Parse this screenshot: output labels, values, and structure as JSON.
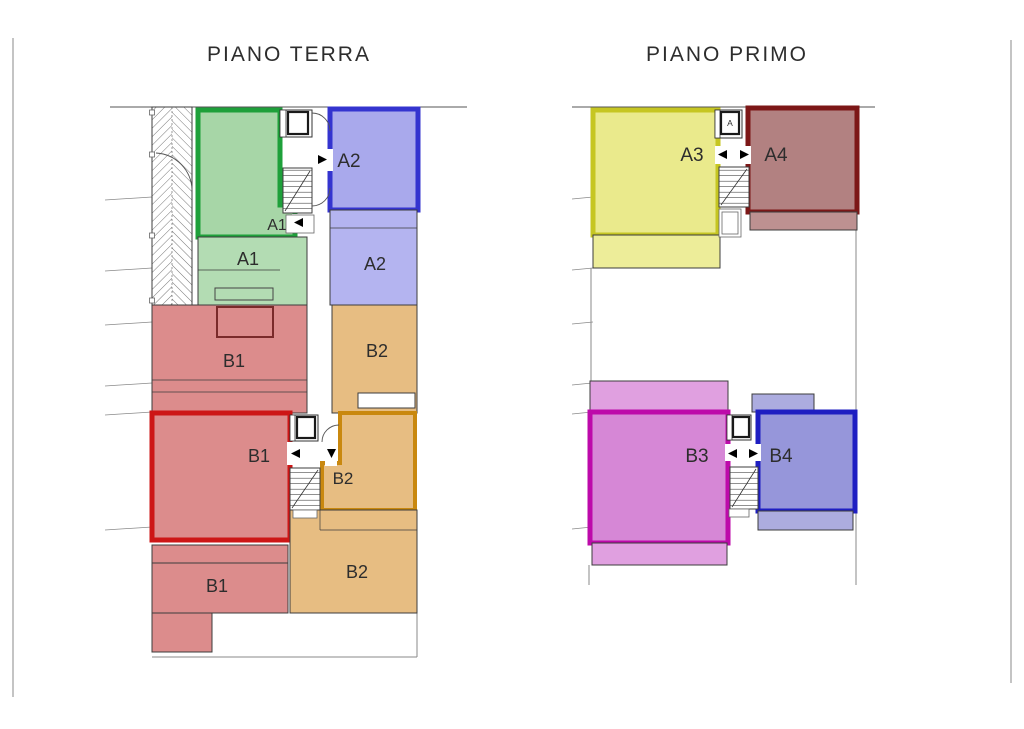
{
  "titles": {
    "terra": "PIANO TERRA",
    "primo": "PIANO PRIMO"
  },
  "labels": {
    "terra_a2_main": "A2",
    "terra_a1_entry": "A1",
    "terra_a1_lower": "A1",
    "terra_a2_lower": "A2",
    "terra_b1_upper": "B1",
    "terra_b2_upper": "B2",
    "terra_b1_main": "B1",
    "terra_b2_main": "B2",
    "terra_b1_lower": "B1",
    "terra_b2_lower": "B2",
    "primo_a3": "A3",
    "primo_a4": "A4",
    "primo_b3": "B3",
    "primo_b4": "B4",
    "elevator": "A"
  },
  "colors": {
    "a1_border": "#1ea03a",
    "a1_fill": "#a7d6a7",
    "a1_light": "#b3dcb3",
    "a2_border": "#3434cf",
    "a2_fill": "#a9a9ec",
    "a2_light": "#b4b4f0",
    "b1_border": "#cd1616",
    "b1_fill": "#dc8c8c",
    "b2_border": "#c9880f",
    "b2_fill": "#e7bd82",
    "a3_border": "#c6c622",
    "a3_fill": "#eaea8c",
    "a3_light": "#eded99",
    "a4_border": "#7c1717",
    "a4_fill": "#b28181",
    "a4_light": "#bd9191",
    "b3_border": "#bd0aaa",
    "b3_fill": "#d687d6",
    "b3_light": "#e0a0e0",
    "b4_border": "#1e1ec2",
    "b4_fill": "#9696da",
    "b4_light": "#acacdf"
  }
}
